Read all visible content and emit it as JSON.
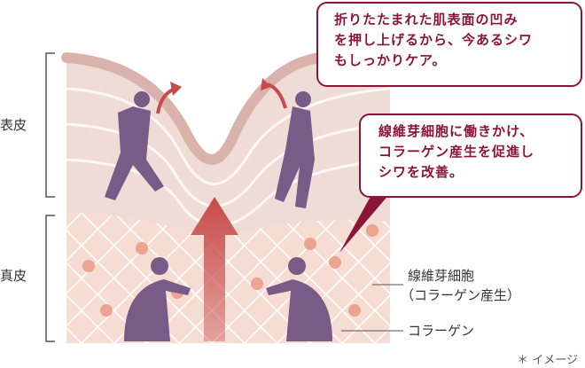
{
  "layers": {
    "epidermis": "表皮",
    "dermis": "真皮"
  },
  "callouts": [
    {
      "lines": [
        "折りたたまれた肌表面の凹み",
        "を押し上げるから、今あるシワ",
        "もしっかりケア。"
      ]
    },
    {
      "lines": [
        "線維芽細胞に働きかけ、",
        "コラーゲン産生を促進し",
        "シワを改善。"
      ]
    }
  ],
  "labels": {
    "fibroblast": "線維芽細胞",
    "fibroblast_sub": "（コラーゲン産生）",
    "collagen": "コラーゲン"
  },
  "note": "＊ イメージ",
  "colors": {
    "accent": "#8a1538",
    "figure": "#7a5a86",
    "arrow": "#c84a4a",
    "skin": "#d9b3ab",
    "dermis": "#f6ddd3"
  }
}
